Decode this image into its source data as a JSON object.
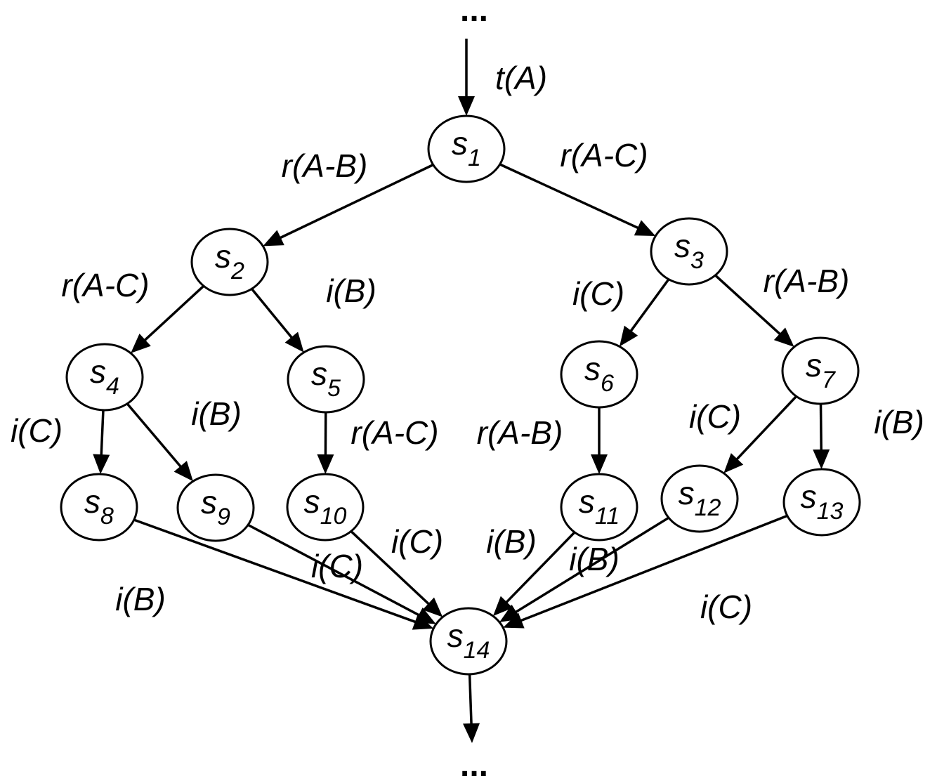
{
  "diagram": {
    "top_ellipsis": "...",
    "bottom_ellipsis": "...",
    "nodes": [
      {
        "id": "s1",
        "main": "s",
        "sub": "1"
      },
      {
        "id": "s2",
        "main": "s",
        "sub": "2"
      },
      {
        "id": "s3",
        "main": "s",
        "sub": "3"
      },
      {
        "id": "s4",
        "main": "s",
        "sub": "4"
      },
      {
        "id": "s5",
        "main": "s",
        "sub": "5"
      },
      {
        "id": "s6",
        "main": "s",
        "sub": "6"
      },
      {
        "id": "s7",
        "main": "s",
        "sub": "7"
      },
      {
        "id": "s8",
        "main": "s",
        "sub": "8"
      },
      {
        "id": "s9",
        "main": "s",
        "sub": "9"
      },
      {
        "id": "s10",
        "main": "s",
        "sub": "10"
      },
      {
        "id": "s11",
        "main": "s",
        "sub": "11"
      },
      {
        "id": "s12",
        "main": "s",
        "sub": "12"
      },
      {
        "id": "s13",
        "main": "s",
        "sub": "13"
      },
      {
        "id": "s14",
        "main": "s",
        "sub": "14"
      }
    ],
    "edges": [
      {
        "from": "top",
        "to": "s1",
        "label": "t(A)"
      },
      {
        "from": "s1",
        "to": "s2",
        "label": "r(A-B)"
      },
      {
        "from": "s1",
        "to": "s3",
        "label": "r(A-C)"
      },
      {
        "from": "s2",
        "to": "s4",
        "label": "r(A-C)"
      },
      {
        "from": "s2",
        "to": "s5",
        "label": "i(B)"
      },
      {
        "from": "s3",
        "to": "s6",
        "label": "i(C)"
      },
      {
        "from": "s3",
        "to": "s7",
        "label": "r(A-B)"
      },
      {
        "from": "s4",
        "to": "s8",
        "label": "i(C)"
      },
      {
        "from": "s4",
        "to": "s9",
        "label": "i(B)"
      },
      {
        "from": "s5",
        "to": "s10",
        "label": "r(A-C)"
      },
      {
        "from": "s6",
        "to": "s11",
        "label": "r(A-B)"
      },
      {
        "from": "s7",
        "to": "s12",
        "label": "i(C)"
      },
      {
        "from": "s7",
        "to": "s13",
        "label": "i(B)"
      },
      {
        "from": "s8",
        "to": "s14",
        "label": "i(B)"
      },
      {
        "from": "s9",
        "to": "s14",
        "label": "i(C)"
      },
      {
        "from": "s10",
        "to": "s14",
        "label": "i(C)"
      },
      {
        "from": "s11",
        "to": "s14",
        "label": "i(B)"
      },
      {
        "from": "s12",
        "to": "s14",
        "label": "i(B)"
      },
      {
        "from": "s13",
        "to": "s14",
        "label": "i(C)"
      },
      {
        "from": "s14",
        "to": "bottom",
        "label": ""
      }
    ]
  }
}
